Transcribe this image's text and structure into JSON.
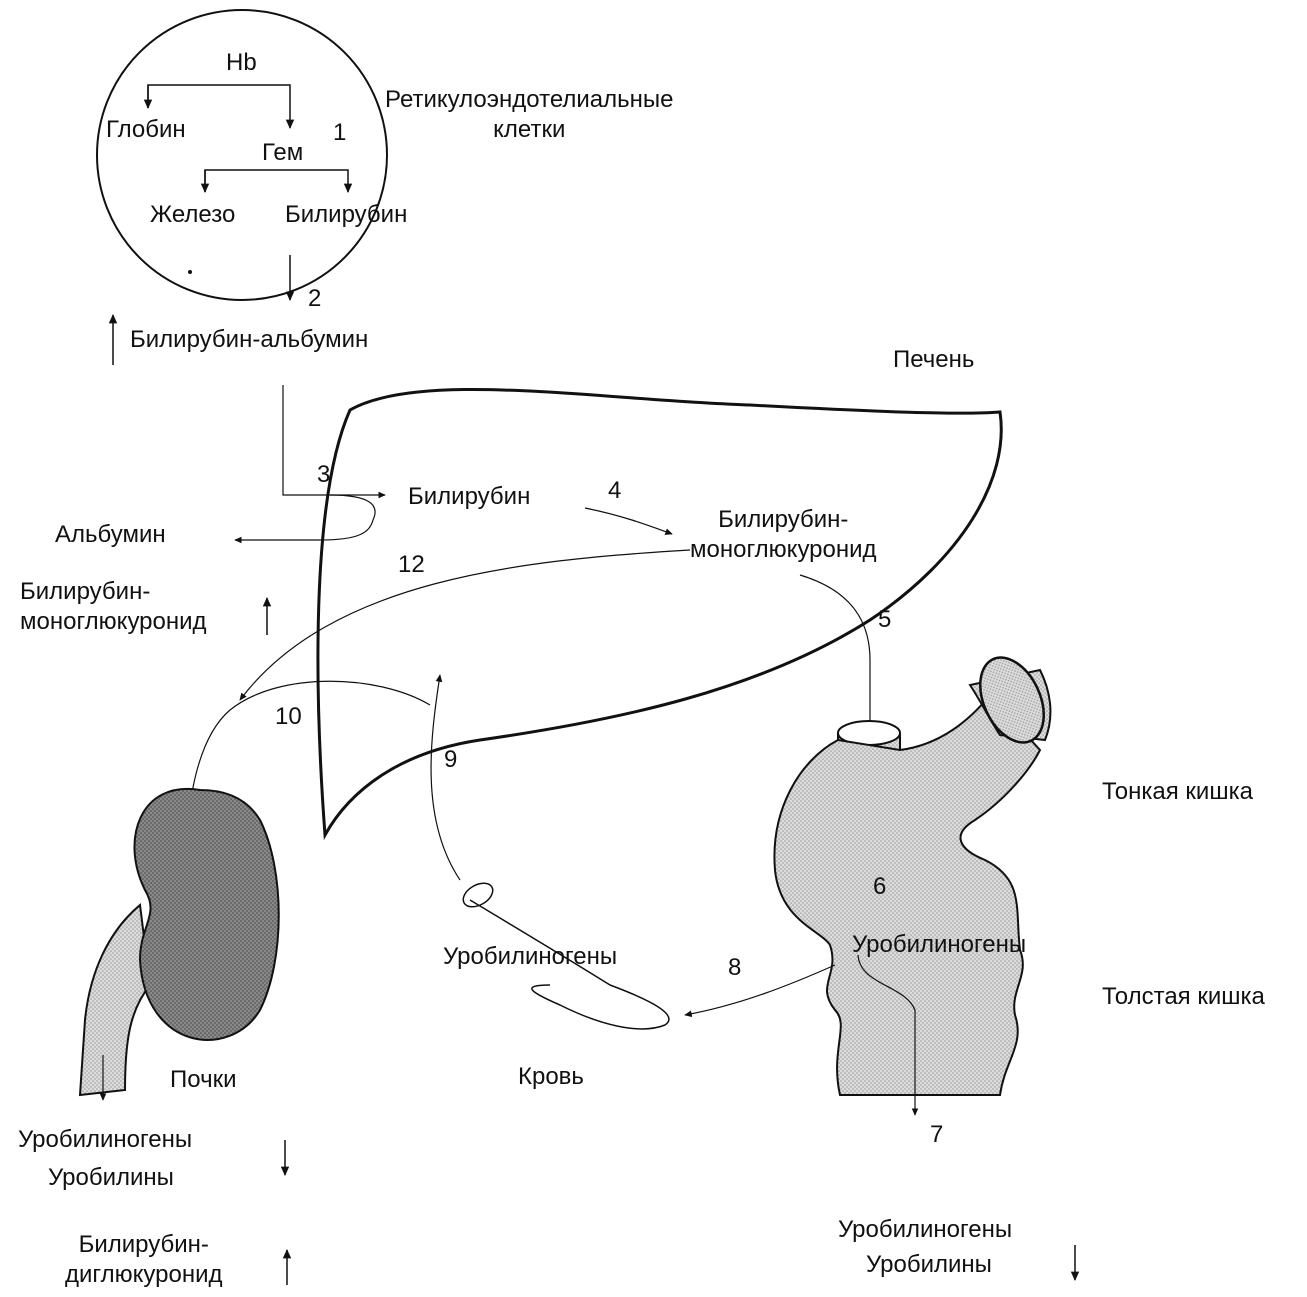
{
  "colors": {
    "ink": "#111111",
    "organ_fill_light": "#d4d4d4",
    "organ_fill_kidney": "#7a7a7a",
    "background": "#ffffff"
  },
  "labels": {
    "hb": "Hb",
    "globin": "Глобин",
    "heme": "Гем",
    "iron": "Железо",
    "bilirubin_cell": "Билирубин",
    "re_cells": "Ретикулоэндотелиальные\nклетки",
    "bilirubin_albumin": "Билирубин-альбумин",
    "liver": "Печень",
    "bilirubin_liver": "Билирубин",
    "albumin": "Альбумин",
    "bilirubin_monoglucuronide_liver": "Билирубин-\nмоноглюкуронид",
    "bilirubin_monoglucuronide_blood": "Билирубин-\nмоноглюкуронид",
    "small_intestine": "Тонкая кишка",
    "large_intestine": "Толстая кишка",
    "urobilinogens_intestine": "Уробилиногены",
    "urobilinogens_blood": "Уробилиногены",
    "blood": "Кровь",
    "kidneys": "Почки",
    "kidney_out_1": "Уробилиногены",
    "kidney_out_2": "Уробилины",
    "kidney_out_3": "Билирубин-\nдиглюкуронид",
    "feces_out_1": "Уробилиногены",
    "feces_out_2": "Уробилины"
  },
  "steps": {
    "s1": "1",
    "s2": "2",
    "s3": "3",
    "s4": "4",
    "s5": "5",
    "s6": "6",
    "s7": "7",
    "s8": "8",
    "s9": "9",
    "s10": "10",
    "s12": "12"
  }
}
